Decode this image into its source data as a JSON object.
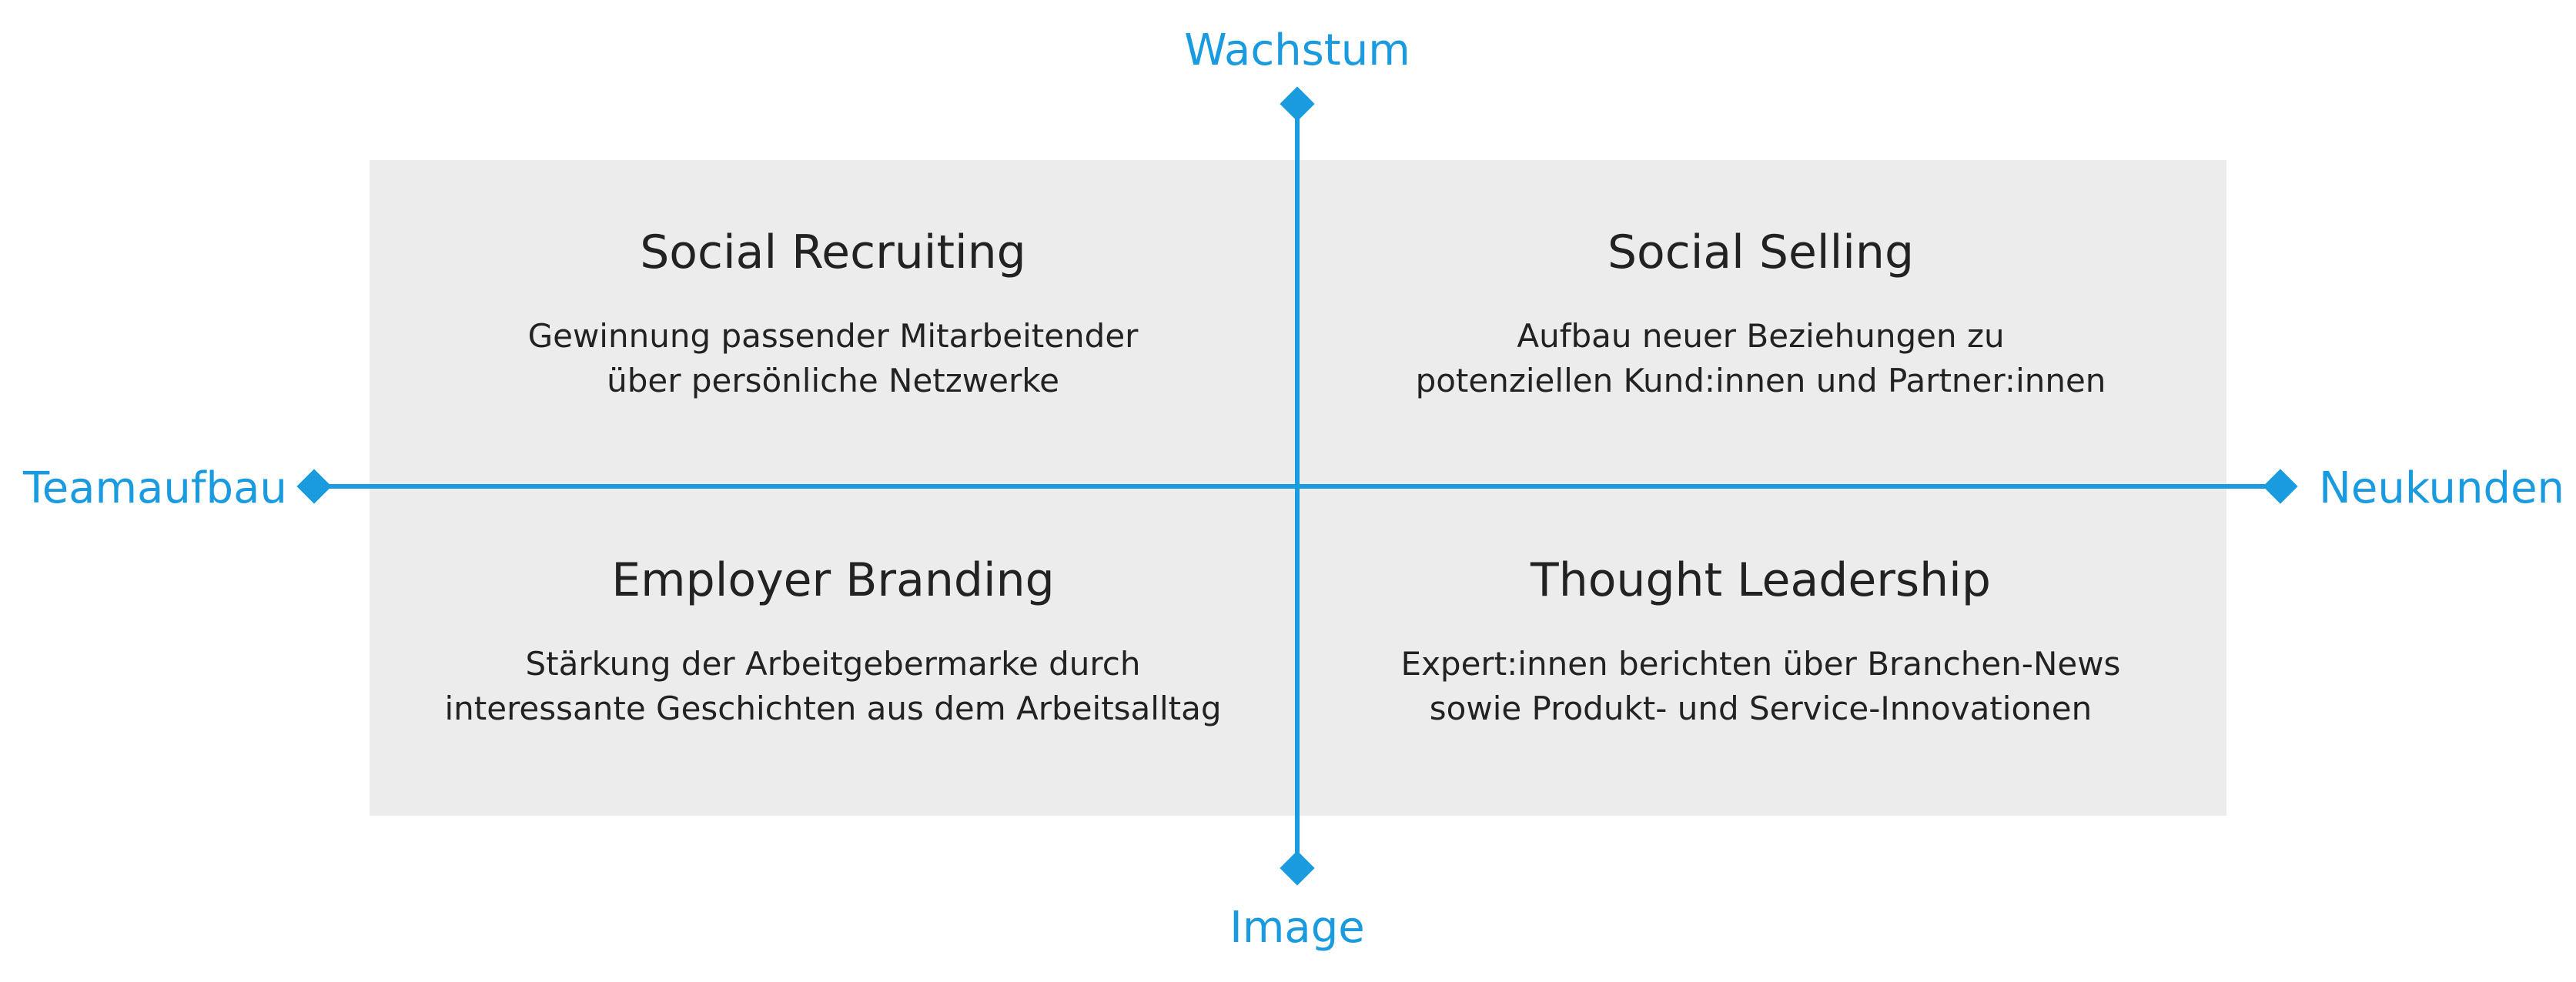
{
  "axes": {
    "top": "Wachstum",
    "bottom": "Image",
    "left": "Teamaufbau",
    "right": "Neukunden"
  },
  "quadrants": [
    {
      "title": "Social Recruiting",
      "line1": "Gewinnung passender Mitarbeitender",
      "line2": "über persönliche Netzwerke"
    },
    {
      "title": "Social Selling",
      "line1": "Aufbau neuer Beziehungen zu",
      "line2": "potenziellen Kund:innen und Partner:innen"
    },
    {
      "title": "Employer Branding",
      "line1": "Stärkung der Arbeitgebermarke durch",
      "line2": "interessante Geschichten aus dem Arbeitsalltag"
    },
    {
      "title": "Thought Leadership",
      "line1": "Expert:innen berichten über Branchen-News",
      "line2": "sowie Produkt- und Service-Innovationen"
    }
  ],
  "colors": {
    "accent": "#1a9be0",
    "panel": "#ececec",
    "text": "#222222"
  }
}
